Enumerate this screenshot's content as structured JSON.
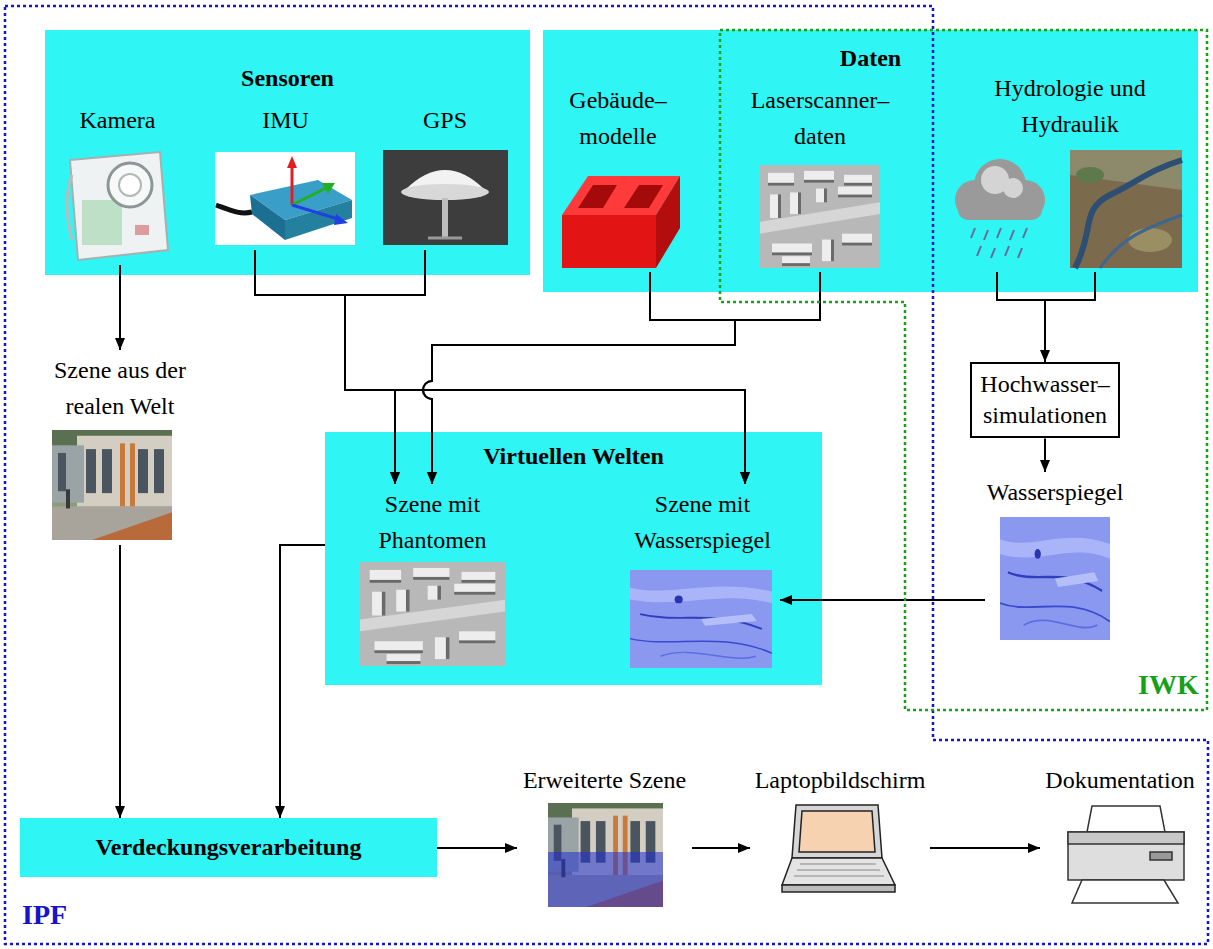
{
  "diagram": {
    "nodes": [
      {
        "text": [
          "Sensoren"
        ]
      },
      {
        "text": [
          "Kamera"
        ],
        "in": 0
      },
      {
        "text": [
          "IMU"
        ],
        "in": 0
      },
      {
        "text": [
          "GPS"
        ],
        "in": 0
      },
      {
        "text": [
          "Daten"
        ]
      },
      {
        "text": [
          "Gebäude– modelle"
        ],
        "in": 4
      },
      {
        "text": [
          "Laserscanner– daten"
        ],
        "in": 4
      },
      {
        "text": [
          "Hydrologie und Hydraulik"
        ],
        "in": 4
      },
      {
        "text": [
          "Szene aus der realen Welt"
        ]
      },
      {
        "text": [
          "Hochwasser– simulationen"
        ]
      },
      {
        "text": [
          "Virtuellen Welten"
        ]
      },
      {
        "text": [
          "Szene mit Phantomen"
        ],
        "in": 10
      },
      {
        "text": [
          "Szene mit Wasserspiegel"
        ],
        "in": 10
      },
      {
        "text": [
          "Wasserspiegel"
        ]
      },
      {
        "text": [
          "Verdeckungsverarbeitung"
        ]
      },
      {
        "text": [
          "Erweiterte Szene"
        ]
      },
      {
        "text": [
          "Laptopbildschirm"
        ]
      },
      {
        "text": [
          "Dokumentation"
        ]
      },
      {
        "text": [
          "IPF"
        ]
      },
      {
        "text": [
          "IWK"
        ]
      }
    ],
    "edges": [
      {
        "from": 1,
        "to": 8,
        "arrow": "to"
      },
      {
        "from": 2,
        "to": 11,
        "arrow": "to"
      },
      {
        "from": 3,
        "to": 11,
        "arrow": "to"
      },
      {
        "from": 2,
        "to": 12,
        "arrow": "to"
      },
      {
        "from": 3,
        "to": 12,
        "arrow": "to"
      },
      {
        "from": 5,
        "to": 11,
        "arrow": "to"
      },
      {
        "from": 6,
        "to": 11,
        "arrow": "to"
      },
      {
        "from": 7,
        "to": 9,
        "arrow": "to"
      },
      {
        "from": 9,
        "to": 13,
        "arrow": "to"
      },
      {
        "from": 13,
        "to": 12,
        "arrow": "to"
      },
      {
        "from": 8,
        "to": 14,
        "arrow": "to"
      },
      {
        "from": 10,
        "to": 14,
        "arrow": "to"
      },
      {
        "from": 14,
        "to": 15,
        "arrow": "to"
      },
      {
        "from": 15,
        "to": 16,
        "arrow": "to"
      },
      {
        "from": 16,
        "to": 17,
        "arrow": "to"
      }
    ]
  }
}
